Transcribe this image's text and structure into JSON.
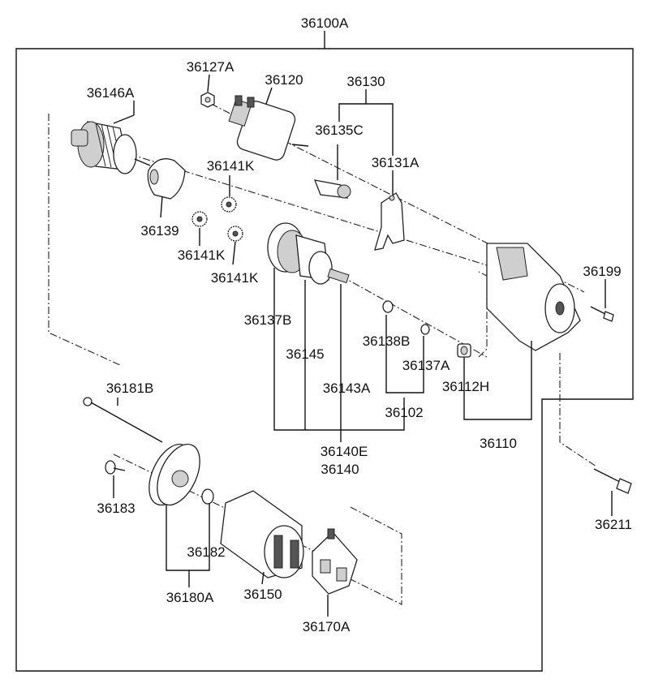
{
  "labels": {
    "assembly": "36100A",
    "armature": "36146A",
    "nut": "36127A",
    "solenoid": "36120",
    "lever_set": "36130",
    "plunger": "36135C",
    "lever": "36131A",
    "plate": "36139",
    "gear_top": "36141K",
    "gear_left": "36141K",
    "gear_right": "36141K",
    "clutch": "36137B",
    "pinion": "36145",
    "shaft": "36143A",
    "ring_1": "36138B",
    "ring_2": "36137A",
    "bushing": "36112H",
    "stop_kit": "36102",
    "shaft_asm_code": "36140E",
    "shaft_asm": "36140",
    "housing": "36110",
    "screw_36199": "36199",
    "through_bolt": "36181B",
    "screw_36183": "36183",
    "end_bushing": "36182",
    "end_frame": "36180A",
    "yoke": "36150",
    "brush_holder": "36170A",
    "mount_bolt": "36211"
  }
}
